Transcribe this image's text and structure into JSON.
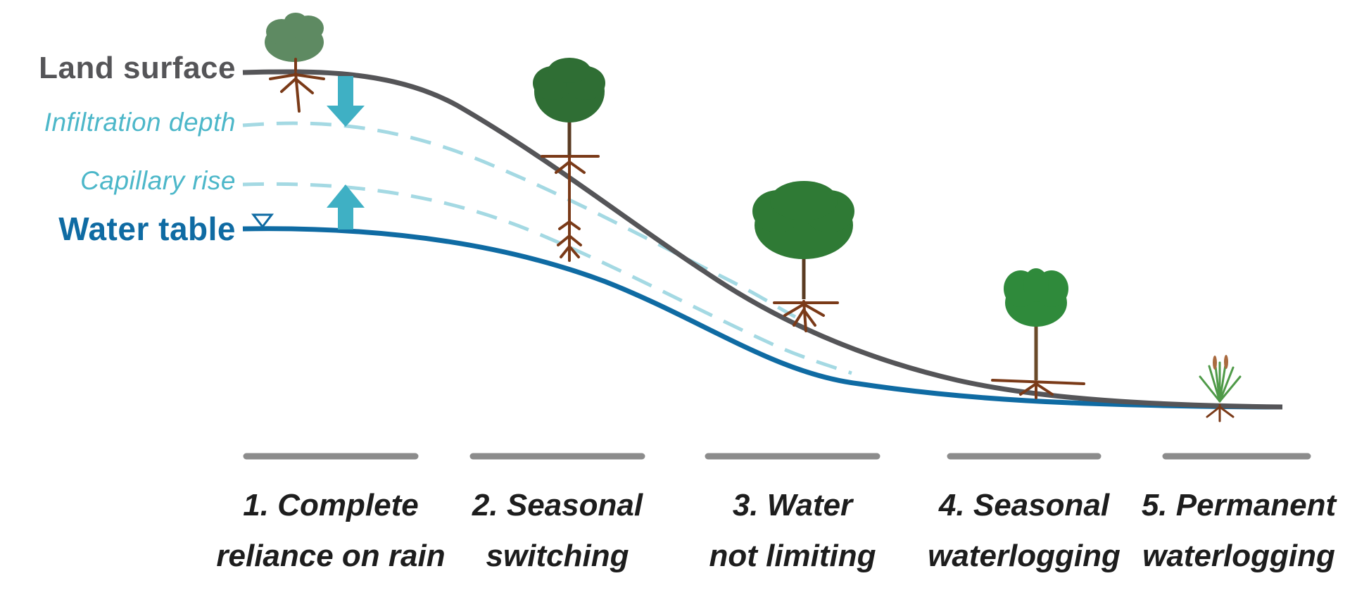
{
  "labels": {
    "land_surface": "Land surface",
    "infiltration_depth": "Infiltration depth",
    "capillary_rise": "Capillary rise",
    "water_table": "Water table"
  },
  "zones": [
    {
      "label": "1. Complete\nreliance on rain"
    },
    {
      "label": "2. Seasonal\nswitching"
    },
    {
      "label": "3. Water\nnot limiting"
    },
    {
      "label": "4. Seasonal\nwaterlogging"
    },
    {
      "label": "5. Permanent\nwaterlogging"
    }
  ],
  "colors": {
    "land": "#555558",
    "infiltration": "#9fd6e0",
    "capillary": "#4cb7c9",
    "water_table": "#0f6ba3",
    "roots": "#7a3a18",
    "foliage": "#2f7a35"
  }
}
